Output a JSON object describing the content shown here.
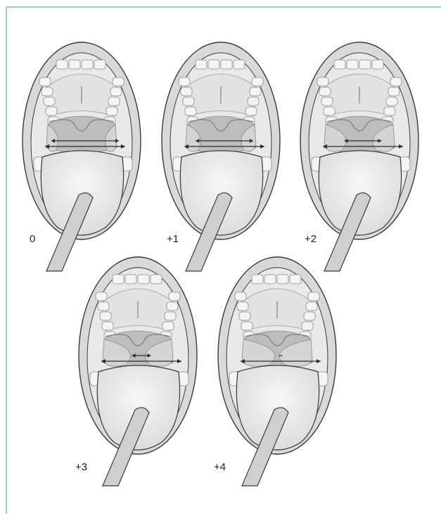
{
  "colors": {
    "frame_border": "#5dbb8e",
    "outline": "#3a3a3a",
    "skin": "#d9d9d9",
    "cavity": "#bdbdbd",
    "tongue": "#dcdcdc",
    "teeth": "#f4f4f4",
    "arrow": "#2b2b2b",
    "depressor": "#cfcfcf"
  },
  "grades": [
    {
      "label": "0",
      "tonsil_gap": 1.0
    },
    {
      "label": "+1",
      "tonsil_gap": 0.85
    },
    {
      "label": "+2",
      "tonsil_gap": 0.55
    },
    {
      "label": "+3",
      "tonsil_gap": 0.28
    },
    {
      "label": "+4",
      "tonsil_gap": 0.05
    }
  ]
}
